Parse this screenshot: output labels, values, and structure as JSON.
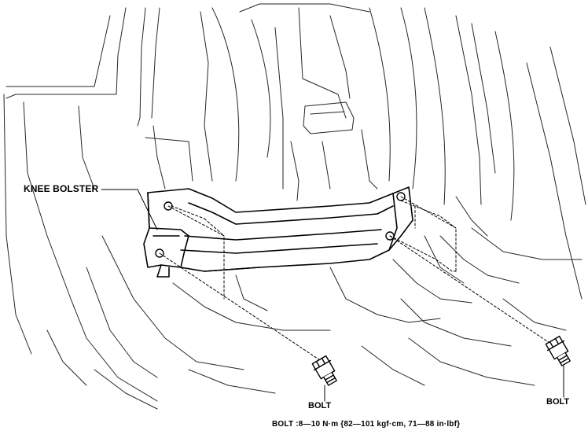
{
  "labels": {
    "knee_bolster": "KNEE BOLSTER",
    "bolt_left": "BOLT",
    "bolt_right": "BOLT",
    "torque_spec": "BOLT :8—10 N·m {82—101 kgf·cm, 71—88 in·lbf}"
  }
}
